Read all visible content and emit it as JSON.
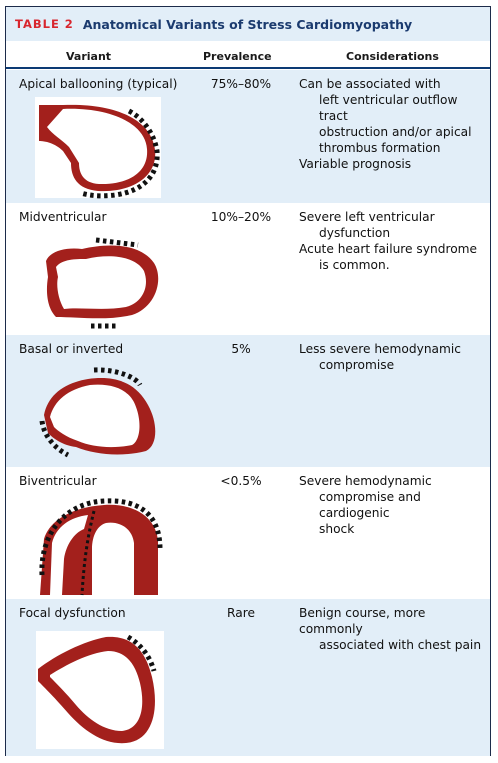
{
  "table": {
    "label": "TABLE 2",
    "title": "Anatomical Variants of Stress Cardiomyopathy",
    "headers": {
      "variant": "Variant",
      "prevalence": "Prevalence",
      "considerations": "Considerations"
    },
    "rows": [
      {
        "variant": "Apical ballooning (typical)",
        "prevalence": "75%–80%",
        "considerations": [
          "Can be associated with",
          "left ventricular outflow tract",
          "obstruction and/or apical",
          "thrombus formation",
          "Variable prognosis"
        ],
        "diagram": "apical-ballooning-diagram"
      },
      {
        "variant": "Midventricular",
        "prevalence": "10%–20%",
        "considerations": [
          "Severe left ventricular",
          "dysfunction",
          "Acute heart failure syndrome",
          "is common."
        ],
        "diagram": "midventricular-diagram"
      },
      {
        "variant": "Basal or inverted",
        "prevalence": "5%",
        "considerations": [
          "Less severe hemodynamic",
          "compromise"
        ],
        "diagram": "basal-inverted-diagram"
      },
      {
        "variant": "Biventricular",
        "prevalence": "<0.5%",
        "considerations": [
          "Severe hemodynamic",
          "compromise and cardiogenic",
          "shock"
        ],
        "diagram": "biventricular-diagram"
      },
      {
        "variant": "Focal dysfunction",
        "prevalence": "Rare",
        "considerations": [
          "Benign course, more commonly",
          "associated with chest pain"
        ],
        "diagram": "focal-dysfunction-diagram"
      }
    ]
  },
  "colors": {
    "myocardium": "#a3201c",
    "shaded_row": "#e2eef8",
    "label_red": "#d8262e",
    "title_blue": "#1b3b6f"
  }
}
